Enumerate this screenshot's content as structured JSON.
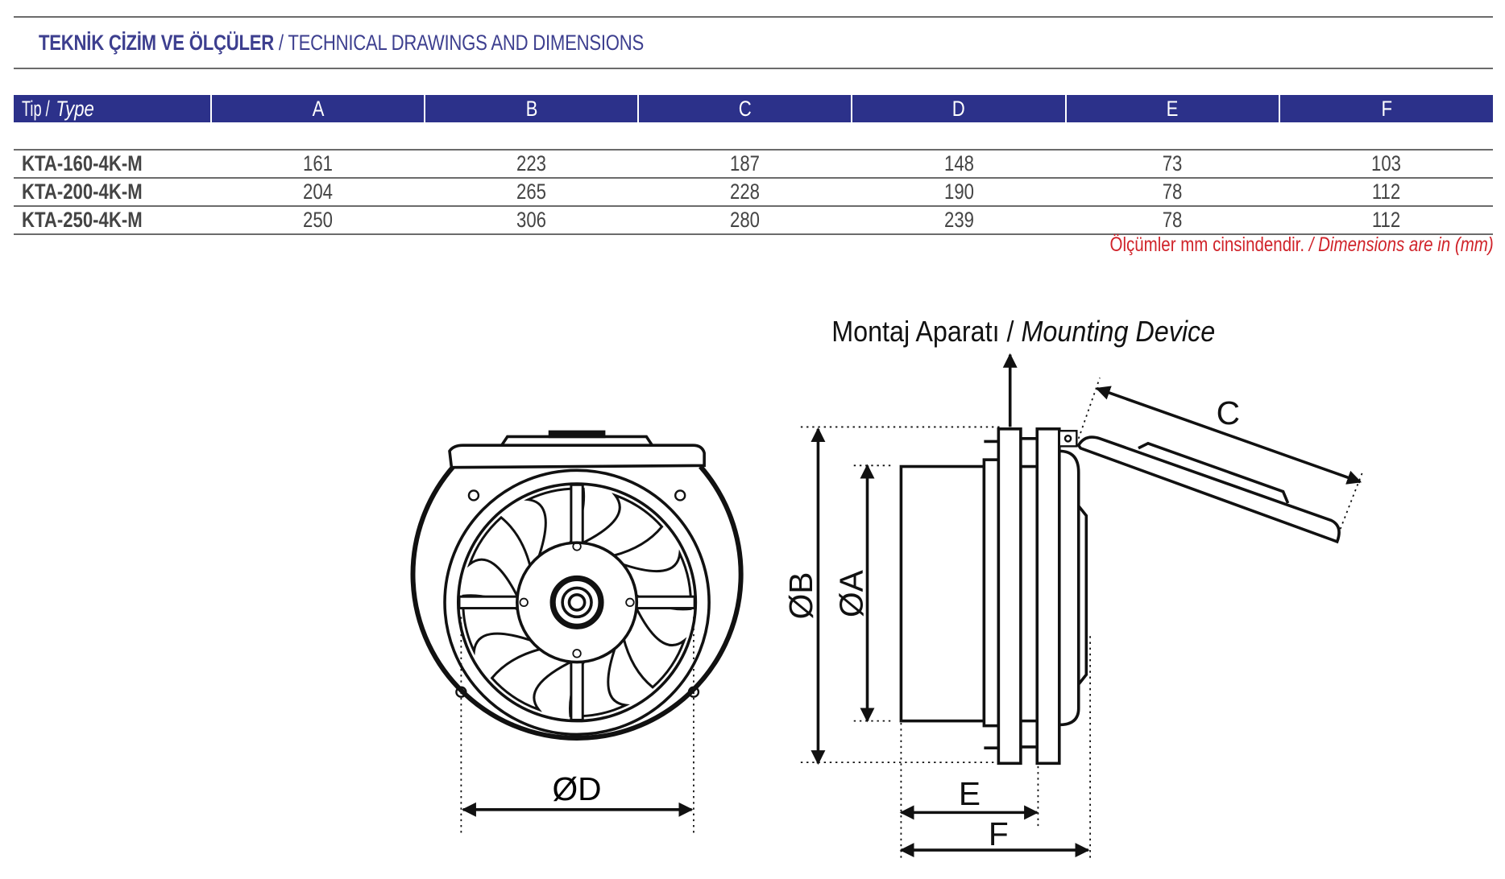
{
  "header": {
    "title_tr": "TEKNİK ÇİZİM VE ÖLÇÜLER",
    "title_en": "/ TECHNICAL DRAWINGS AND DIMENSIONS"
  },
  "table": {
    "type_label": "Tip / ",
    "type_label_en": "Type",
    "columns": [
      "A",
      "B",
      "C",
      "D",
      "E",
      "F"
    ],
    "rows": [
      {
        "type": "KTA-160-4K-M",
        "values": [
          "161",
          "223",
          "187",
          "148",
          "73",
          "103"
        ]
      },
      {
        "type": "KTA-200-4K-M",
        "values": [
          "204",
          "265",
          "228",
          "190",
          "78",
          "112"
        ]
      },
      {
        "type": "KTA-250-4K-M",
        "values": [
          "250",
          "306",
          "280",
          "239",
          "78",
          "112"
        ]
      }
    ]
  },
  "note": {
    "tr": "Ölçümler mm cinsindendir.",
    "en": " / Dimensions are in (mm)"
  },
  "drawing": {
    "mounting_tr": "Montaj Aparatı / ",
    "mounting_en": "Mounting Device",
    "labels": {
      "od": "ØD",
      "ob": "ØB",
      "oa": "ØA",
      "c": "C",
      "e": "E",
      "f": "F"
    },
    "colors": {
      "accent": "#2c318a",
      "title": "#3d3f8f",
      "note": "#d0232a"
    }
  }
}
